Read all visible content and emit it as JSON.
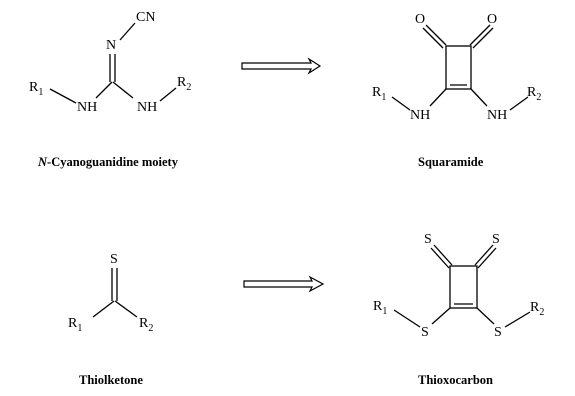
{
  "colors": {
    "ink": "#000000",
    "background": "#ffffff"
  },
  "panels": {
    "cyanoguanidine": {
      "caption_prefix": "N",
      "caption_rest": "-Cyanoguanidine moiety",
      "atoms": {
        "n_top": "N",
        "cn": "CN",
        "r1": "R",
        "r1_sub": "1",
        "nh_left": "NH",
        "nh_right": "NH",
        "r2": "R",
        "r2_sub": "2"
      }
    },
    "squaramide": {
      "caption": "Squaramide",
      "atoms": {
        "o_left": "O",
        "o_right": "O",
        "r1": "R",
        "r1_sub": "1",
        "nh_left": "NH",
        "nh_right": "NH",
        "r2": "R",
        "r2_sub": "2"
      }
    },
    "thiolketone": {
      "caption": "Thiolketone",
      "atoms": {
        "s_top": "S",
        "r1": "R",
        "r1_sub": "1",
        "r2": "R",
        "r2_sub": "2"
      }
    },
    "thioxocarbon": {
      "caption": "Thioxocarbon",
      "atoms": {
        "s_left_top": "S",
        "s_right_top": "S",
        "r1": "R",
        "r1_sub": "1",
        "s_left": "S",
        "s_right": "S",
        "r2": "R",
        "r2_sub": "2"
      }
    }
  },
  "arrows": {
    "top": "open-double-arrow",
    "bottom": "open-double-arrow"
  }
}
